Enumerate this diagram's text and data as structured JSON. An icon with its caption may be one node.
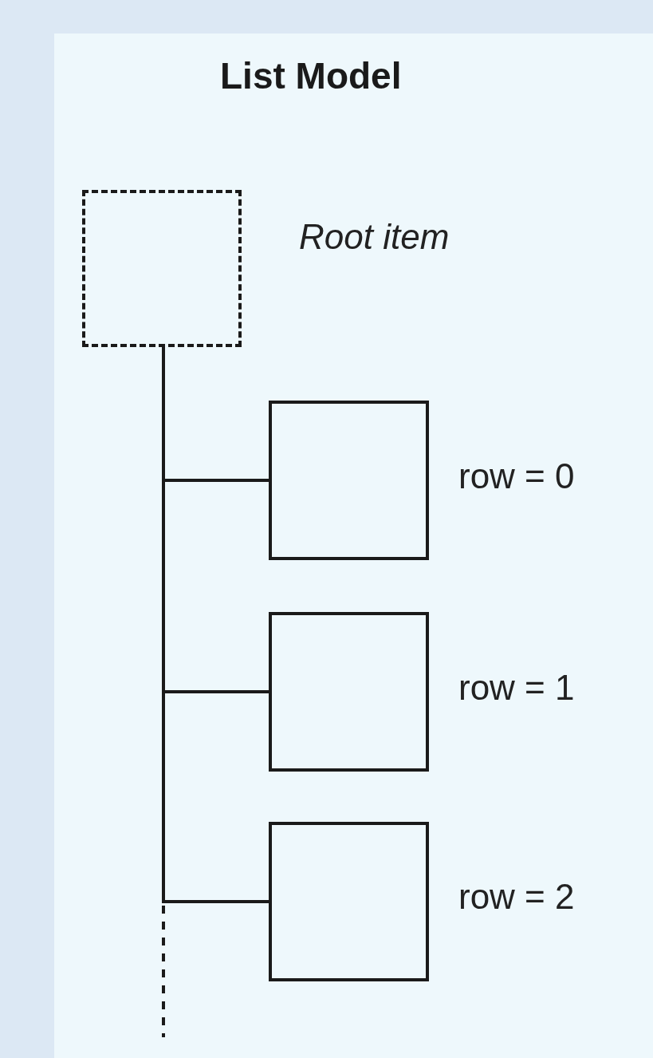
{
  "diagram": {
    "title": "List Model",
    "nodes": [
      {
        "text": [],
        "shape": "box",
        "beside": [
          "Root item"
        ]
      },
      {
        "text": [],
        "shape": "box",
        "beside": [
          "row = 0"
        ]
      },
      {
        "text": [],
        "shape": "box",
        "beside": [
          "row = 1"
        ]
      },
      {
        "text": [],
        "shape": "box",
        "beside": [
          "row = 2"
        ]
      }
    ],
    "edges": [
      {
        "from": 0,
        "to": 1,
        "arrow": "none"
      },
      {
        "from": 0,
        "to": 2,
        "arrow": "none"
      },
      {
        "from": 0,
        "to": 3,
        "arrow": "none"
      },
      {
        "from": 0,
        "to": null,
        "arrow": "none",
        "style": "dashed"
      }
    ]
  }
}
